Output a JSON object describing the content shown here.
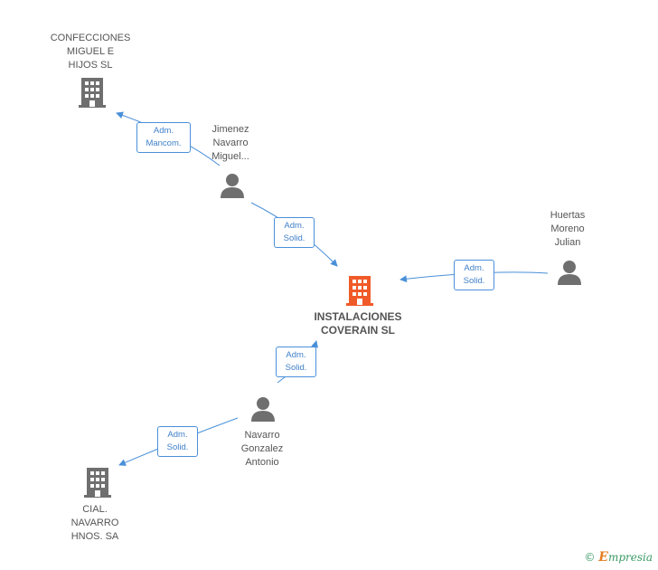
{
  "colors": {
    "company_gray": "#6f6f6f",
    "company_main": "#f05a28",
    "person_gray": "#6f6f6f",
    "edge_blue": "#4a90d9",
    "text_gray": "#555555"
  },
  "main_company": {
    "line1": "INSTALACIONES",
    "line2": "COVERAIN SL",
    "icon": "building-icon"
  },
  "companies": {
    "confecciones": {
      "lines": [
        "CONFECCIONES",
        "MIGUEL E",
        "HIJOS  SL"
      ],
      "icon": "building-icon"
    },
    "cial": {
      "lines": [
        "CIAL.",
        "NAVARRO",
        "HNOS. SA"
      ],
      "icon": "building-icon"
    }
  },
  "persons": {
    "jimenez": {
      "lines": [
        "Jimenez",
        "Navarro",
        "Miguel..."
      ],
      "icon": "person-icon"
    },
    "huertas": {
      "lines": [
        "Huertas",
        "Moreno",
        "Julian"
      ],
      "icon": "person-icon"
    },
    "navarro": {
      "lines": [
        "Navarro",
        "Gonzalez",
        "Antonio"
      ],
      "icon": "person-icon"
    }
  },
  "relations": {
    "jimenez_confecciones": {
      "line1": "Adm.",
      "line2": "Mancom."
    },
    "jimenez_main": {
      "line1": "Adm.",
      "line2": "Solid."
    },
    "huertas_main": {
      "line1": "Adm.",
      "line2": "Solid."
    },
    "navarro_main": {
      "line1": "Adm.",
      "line2": "Solid."
    },
    "navarro_cial": {
      "line1": "Adm.",
      "line2": "Solid."
    }
  },
  "footer": {
    "copyright": "©",
    "brand_initial": "E",
    "brand_rest": "mpresia"
  }
}
